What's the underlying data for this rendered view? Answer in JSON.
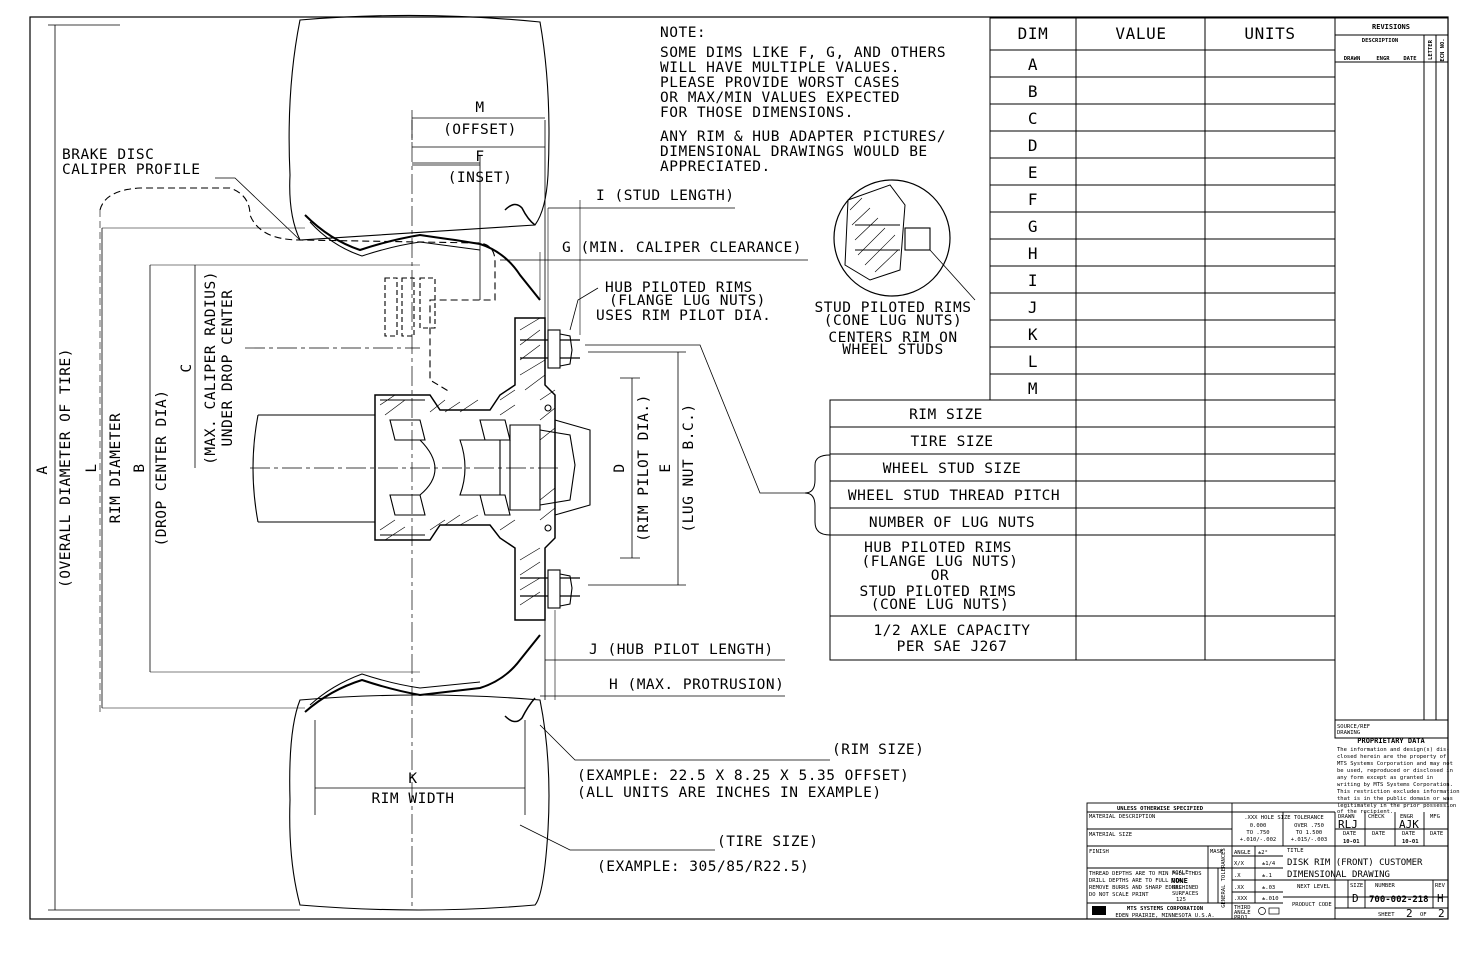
{
  "note": {
    "heading": "NOTE:",
    "lines": [
      "SOME DIMS LIKE F, G, AND OTHERS",
      "WILL HAVE MULTIPLE VALUES.",
      "PLEASE PROVIDE WORST CASES",
      "OR MAX/MIN VALUES EXPECTED",
      "FOR THOSE DIMENSIONS.",
      "ANY RIM & HUB ADAPTER PICTURES/",
      "DIMENSIONAL DRAWINGS WOULD BE",
      "APPRECIATED."
    ]
  },
  "dim_table": {
    "headers": [
      "DIM",
      "VALUE",
      "UNITS"
    ],
    "dims": [
      "A",
      "B",
      "C",
      "D",
      "E",
      "F",
      "G",
      "H",
      "I",
      "J",
      "K",
      "L",
      "M"
    ]
  },
  "spec_table": {
    "rows": [
      [
        "RIM SIZE"
      ],
      [
        "TIRE SIZE"
      ],
      [
        "WHEEL STUD SIZE"
      ],
      [
        "WHEEL STUD THREAD PITCH"
      ],
      [
        "NUMBER OF LUG NUTS"
      ],
      [
        "HUB PILOTED RIMS",
        "(FLANGE LUG NUTS)",
        "OR",
        "STUD PILOTED RIMS",
        "(CONE LUG NUTS)"
      ],
      [
        "1/2 AXLE CAPACITY",
        "PER SAE J267"
      ]
    ]
  },
  "labels": {
    "brake_disc": [
      "BRAKE DISC",
      "CALIPER PROFILE"
    ],
    "m": "M",
    "offset": "(OFFSET)",
    "f": "F",
    "inset": "(INSET)",
    "i": "I (STUD LENGTH)",
    "g": "G (MIN. CALIPER CLEARANCE)",
    "hub_piloted": [
      "HUB PILOTED RIMS",
      "(FLANGE LUG NUTS)",
      "USES RIM PILOT DIA."
    ],
    "stud_piloted": [
      "STUD PILOTED RIMS",
      "(CONE LUG NUTS)",
      "CENTERS RIM ON",
      "WHEEL STUDS"
    ],
    "a": "(OVERALL DIAMETER OF TIRE)",
    "a_letter": "A",
    "l_letter": "L",
    "l": "RIM DIAMETER",
    "b_letter": "B",
    "b": "(DROP CENTER DIA)",
    "c_letter": "C",
    "c1": "(MAX. CALIPER RADIUS)",
    "c2": "UNDER DROP CENTER",
    "d_letter": "D",
    "d": "(RIM PILOT DIA.)",
    "e_letter": "E",
    "e": "(LUG NUT B.C.)",
    "j": "J (HUB PILOT LENGTH)",
    "h": "H (MAX. PROTRUSION)",
    "k": "K",
    "rim_width": "RIM WIDTH",
    "rim_size": "(RIM SIZE)",
    "rim_example1": "(EXAMPLE: 22.5 X 8.25 X 5.35 OFFSET)",
    "rim_example2": "(ALL UNITS ARE INCHES IN EXAMPLE)",
    "tire_size": "(TIRE SIZE)",
    "tire_example": "(EXAMPLE: 305/85/R22.5)"
  },
  "revisions": {
    "title": "REVISIONS",
    "description": "DESCRIPTION",
    "letter": "LETTER",
    "ecn": "ECN NO.",
    "drawn": "DRAWN",
    "engr": "ENGR",
    "date": "DATE"
  },
  "proprietary": {
    "source": [
      "SOURCE/REF",
      "DRAWING"
    ],
    "title": "PROPRIETARY DATA",
    "lines": [
      "The information and design(s) dis-",
      "closed herein are the property of",
      "MTS Systems Corporation and may not",
      "be used, reproduced or disclosed in",
      "any form except as granted in",
      "writing by MTS Systems Corporation.",
      "This restriction excludes information",
      "that is in the public domain or was",
      "legitimately in the prior possession",
      "of the recipient."
    ]
  },
  "title_block": {
    "unless": "UNLESS OTHERWISE SPECIFIED",
    "material_desc": "MATERIAL DESCRIPTION",
    "material_size": "MATERIAL SIZE",
    "finish": "FINISH",
    "mask": "MASK",
    "notes": [
      "THREAD DEPTHS ARE TO MIN FULL THDS",
      "DRILL DEPTHS ARE TO FULL DIA",
      "REMOVE BURRS AND SHARP EDGES",
      "DO NOT SCALE PRINT"
    ],
    "scale_label": "SCALE",
    "scale": "NONE",
    "machined": [
      "MACHINED",
      "SURFACES",
      "125"
    ],
    "company": "MTS SYSTEMS CORPORATION",
    "address": "EDEN PRAIRIE, MINNESOTA U.S.A.",
    "hole_tol": ".XXX HOLE SIZE TOLERANCE",
    "hole_cols": [
      [
        "0.000",
        "TO .750",
        "+.010/-.002"
      ],
      [
        "OVER .750",
        "TO 1.500",
        "+.015/-.003"
      ]
    ],
    "gen_tol": "GENERAL TOLERANCES",
    "tols": [
      [
        "ANGLE",
        "±2°"
      ],
      [
        "X/X",
        "±1/4"
      ],
      [
        ".X",
        "±.1"
      ],
      [
        ".XX",
        "±.03"
      ],
      [
        ".XXX",
        "±.010"
      ]
    ],
    "third_angle": [
      "THIRD",
      "ANGLE",
      "PROJ."
    ],
    "drawn_label": "DRAWN",
    "drawn_by": "RLJ",
    "check_label": "CHECK",
    "engr_label": "ENGR",
    "engr_by": "AJK",
    "mfg_label": "MFG",
    "date_label": "DATE",
    "drawn_date": "10-01",
    "engr_date": "10-01",
    "title_label": "TITLE",
    "title1": "DISK RIM (FRONT) CUSTOMER",
    "title2": "DIMENSIONAL DRAWING",
    "next_level": "NEXT LEVEL",
    "product_code": "PRODUCT CODE",
    "size_label": "SIZE",
    "size": "D",
    "number_label": "NUMBER",
    "number": "700-002-218",
    "rev_label": "REV",
    "rev": "H",
    "sheet_label": "SHEET",
    "sheet": "2",
    "of_label": "OF",
    "of": "2"
  }
}
